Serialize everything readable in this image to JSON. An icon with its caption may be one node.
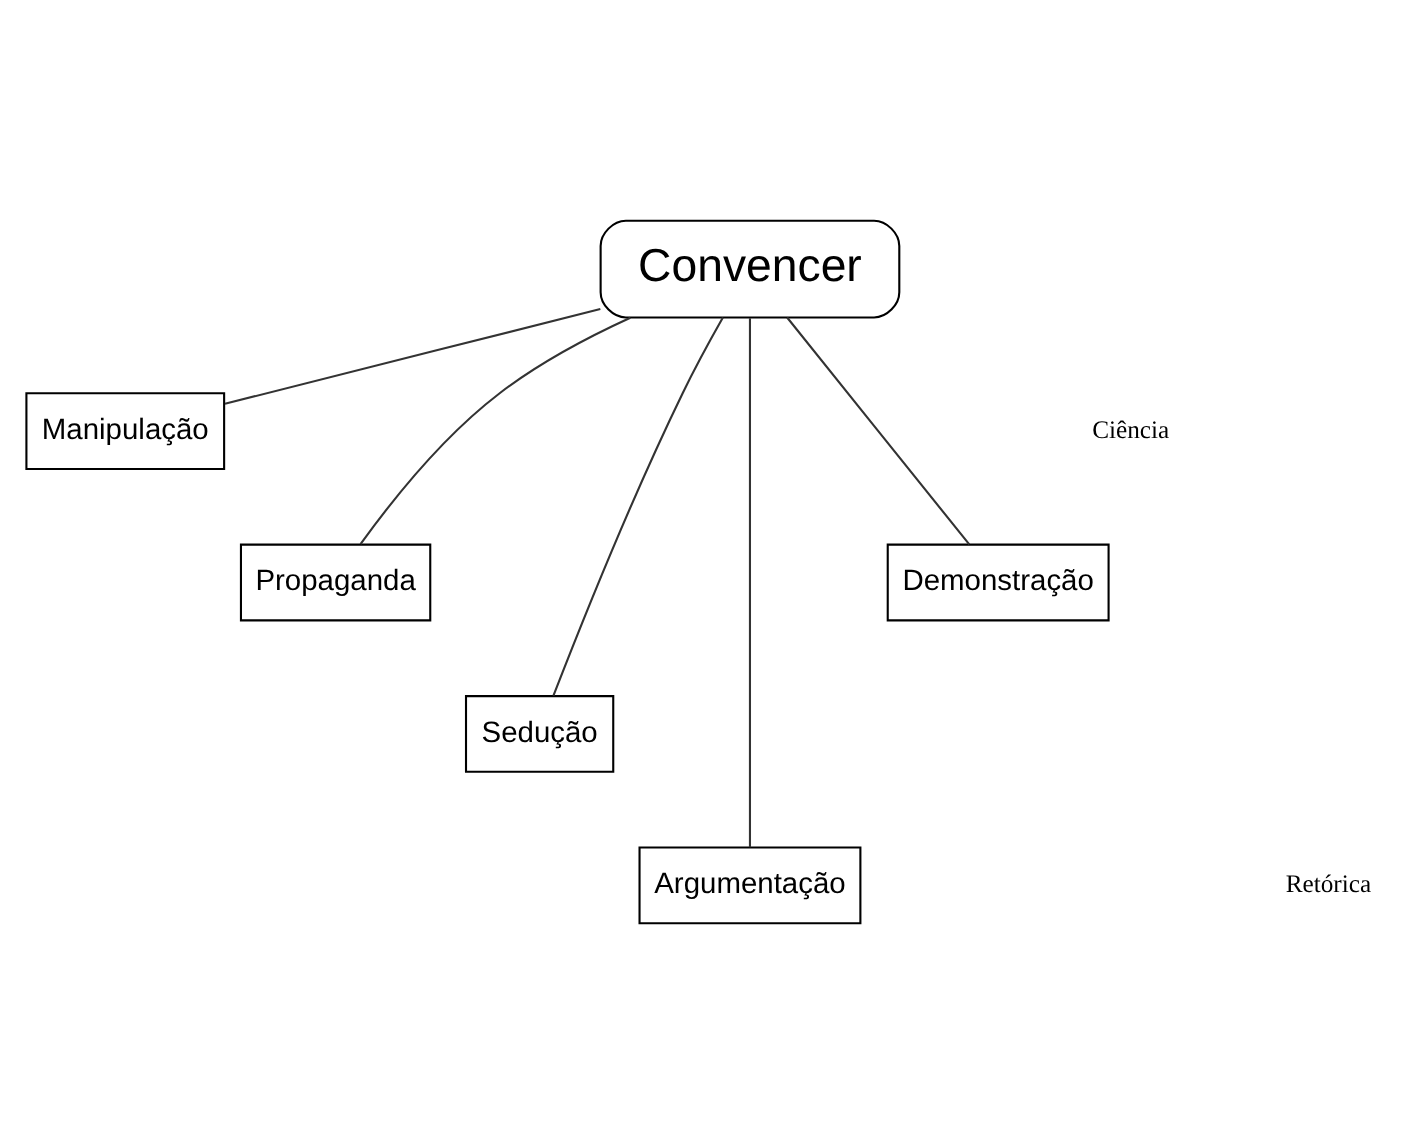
{
  "diagram": {
    "nodes": [
      {
        "text": [
          "Convencer"
        ]
      },
      {
        "text": [
          "Manipulação"
        ]
      },
      {
        "text": [
          "Propaganda"
        ]
      },
      {
        "text": [
          "Sedução"
        ]
      },
      {
        "text": [
          "Argumentação"
        ]
      },
      {
        "text": [
          "Demonstração"
        ]
      }
    ],
    "edges": [
      {
        "from": 0,
        "to": 1,
        "arrow": "none"
      },
      {
        "from": 0,
        "to": 2,
        "arrow": "none"
      },
      {
        "from": 0,
        "to": 3,
        "arrow": "none"
      },
      {
        "from": 0,
        "to": 4,
        "arrow": "none"
      },
      {
        "from": 0,
        "to": 5,
        "arrow": "none"
      }
    ],
    "labels": [
      "Ciência",
      "Retórica"
    ]
  }
}
